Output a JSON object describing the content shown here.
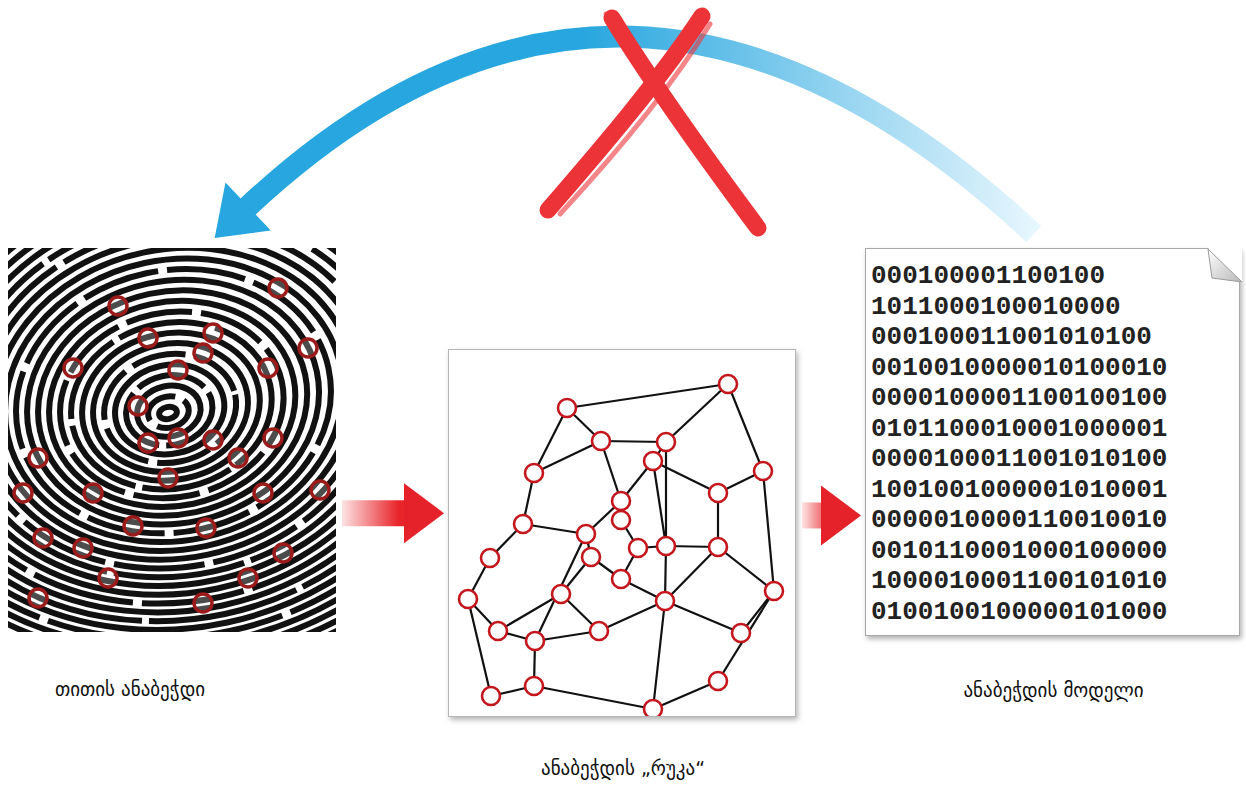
{
  "diagram": {
    "nodes": [
      {
        "text": [
          "თითის ანაბეჭდი"
        ]
      },
      {
        "text": [
          "ანაბეჭდის „რუკა“"
        ]
      },
      {
        "text": [
          "000100001100100",
          "1011000100010000",
          "000100011001010100",
          "0010010000010100010",
          "0000100001100100100",
          "0101100010001000001",
          "0000100011001010100",
          "1001001000001010001",
          "0000010000110010010",
          "0010110001000100000",
          "1000010001100101010",
          "0100100100000101000",
          "ანაბეჭდის მოდელი"
        ]
      }
    ],
    "edges": [
      {
        "from": 0,
        "to": 1,
        "arrow": "to"
      },
      {
        "from": 1,
        "to": 2,
        "arrow": "to"
      },
      {
        "from": 2,
        "to": 0,
        "arrow": "to"
      }
    ]
  }
}
